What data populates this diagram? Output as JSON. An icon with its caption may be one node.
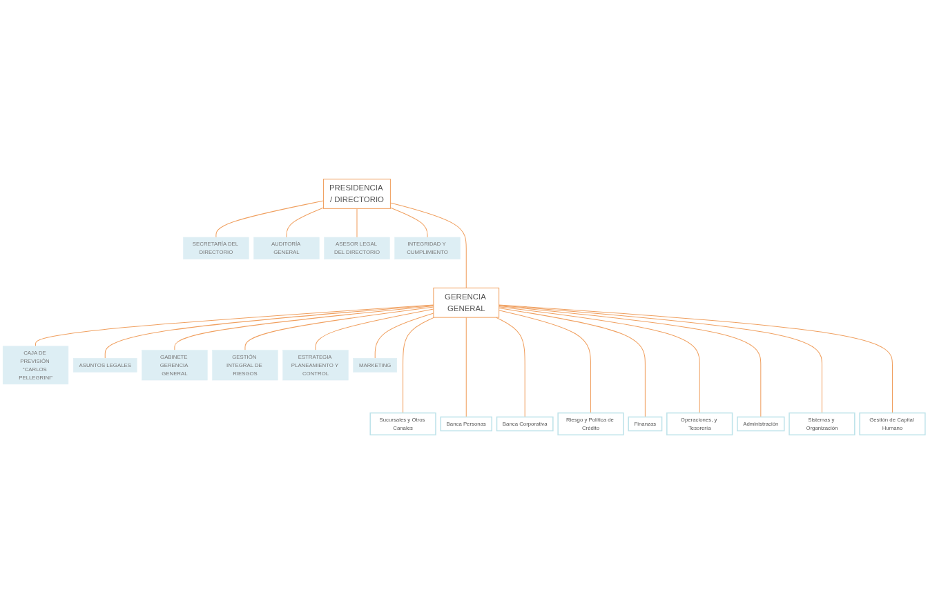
{
  "diagram": {
    "nodes": [
      {
        "text": [
          "PRESIDENCIA / DIRECTORIO"
        ]
      },
      {
        "text": [
          "SECRETARÍA DEL DIRECTORIO"
        ]
      },
      {
        "text": [
          "AUDITORÍA GENERAL"
        ]
      },
      {
        "text": [
          "ASESOR LEGAL DEL DIRECTORIO"
        ]
      },
      {
        "text": [
          "INTEGRIDAD Y CUMPLIMIENTO"
        ]
      },
      {
        "text": [
          "CAJA DE PREVISIÓN “CARLOS PELLEGRINI”"
        ]
      },
      {
        "text": [
          "GERENCIA GENERAL"
        ]
      },
      {
        "text": [
          "ASUNTOS LEGALES"
        ]
      },
      {
        "text": [
          "GABINETE GERENCIA GENERAL"
        ]
      },
      {
        "text": [
          "GESTIÓN INTEGRAL DE RIESGOS"
        ]
      },
      {
        "text": [
          "ESTRATEGIA PLANEAMIENTO Y CONTROL"
        ]
      },
      {
        "text": [
          "MARKETING"
        ]
      },
      {
        "text": [
          "Sucursales y Otros Canales"
        ]
      },
      {
        "text": [
          "Banca Personas"
        ]
      },
      {
        "text": [
          "Banca Corporativa"
        ]
      },
      {
        "text": [
          "Riesgo y Política de Crédito"
        ]
      },
      {
        "text": [
          "Finanzas"
        ]
      },
      {
        "text": [
          "Operaciones, y Tesorería"
        ]
      },
      {
        "text": [
          "Administración"
        ]
      },
      {
        "text": [
          "Sistemas y Organización"
        ]
      },
      {
        "text": [
          "Gestión de Capital Humano"
        ]
      }
    ],
    "edges": [
      {
        "from": 0,
        "to": 1,
        "arrow": "none"
      },
      {
        "from": 0,
        "to": 2,
        "arrow": "none"
      },
      {
        "from": 0,
        "to": 3,
        "arrow": "none"
      },
      {
        "from": 0,
        "to": 4,
        "arrow": "none"
      },
      {
        "from": 0,
        "to": 6,
        "arrow": "none"
      },
      {
        "from": 6,
        "to": 5,
        "arrow": "none"
      },
      {
        "from": 6,
        "to": 7,
        "arrow": "none"
      },
      {
        "from": 6,
        "to": 8,
        "arrow": "none"
      },
      {
        "from": 6,
        "to": 9,
        "arrow": "none"
      },
      {
        "from": 6,
        "to": 10,
        "arrow": "none"
      },
      {
        "from": 6,
        "to": 11,
        "arrow": "none"
      },
      {
        "from": 6,
        "to": 12,
        "arrow": "none"
      },
      {
        "from": 6,
        "to": 13,
        "arrow": "none"
      },
      {
        "from": 6,
        "to": 14,
        "arrow": "none"
      },
      {
        "from": 6,
        "to": 15,
        "arrow": "none"
      },
      {
        "from": 6,
        "to": 16,
        "arrow": "none"
      },
      {
        "from": 6,
        "to": 17,
        "arrow": "none"
      },
      {
        "from": 6,
        "to": 18,
        "arrow": "none"
      },
      {
        "from": 6,
        "to": 19,
        "arrow": "none"
      },
      {
        "from": 6,
        "to": 20,
        "arrow": "none"
      }
    ]
  }
}
